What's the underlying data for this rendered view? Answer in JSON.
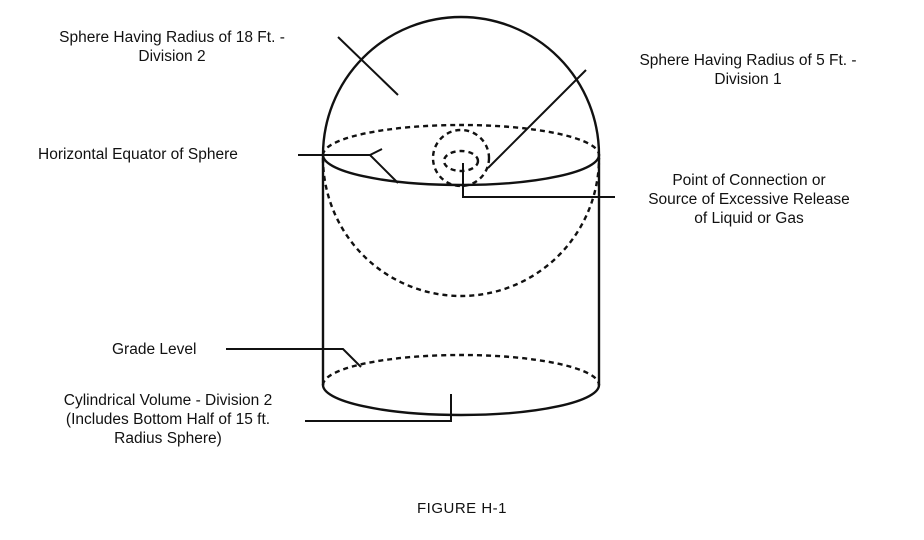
{
  "labels": {
    "sphere18": [
      "Sphere Having Radius of 18 Ft. -",
      "Division 2"
    ],
    "sphere5": [
      "Sphere Having Radius of 5 Ft. -",
      "Division 1"
    ],
    "equator": "Horizontal Equator of Sphere",
    "source": [
      "Point of Connection or",
      "Source of Excessive Release",
      "of Liquid or Gas"
    ],
    "grade": "Grade Level",
    "cylinder": [
      "Cylindrical Volume - Division 2",
      "(Includes Bottom Half of 15 ft.",
      "Radius Sphere)"
    ]
  },
  "caption": "FIGURE H-1"
}
